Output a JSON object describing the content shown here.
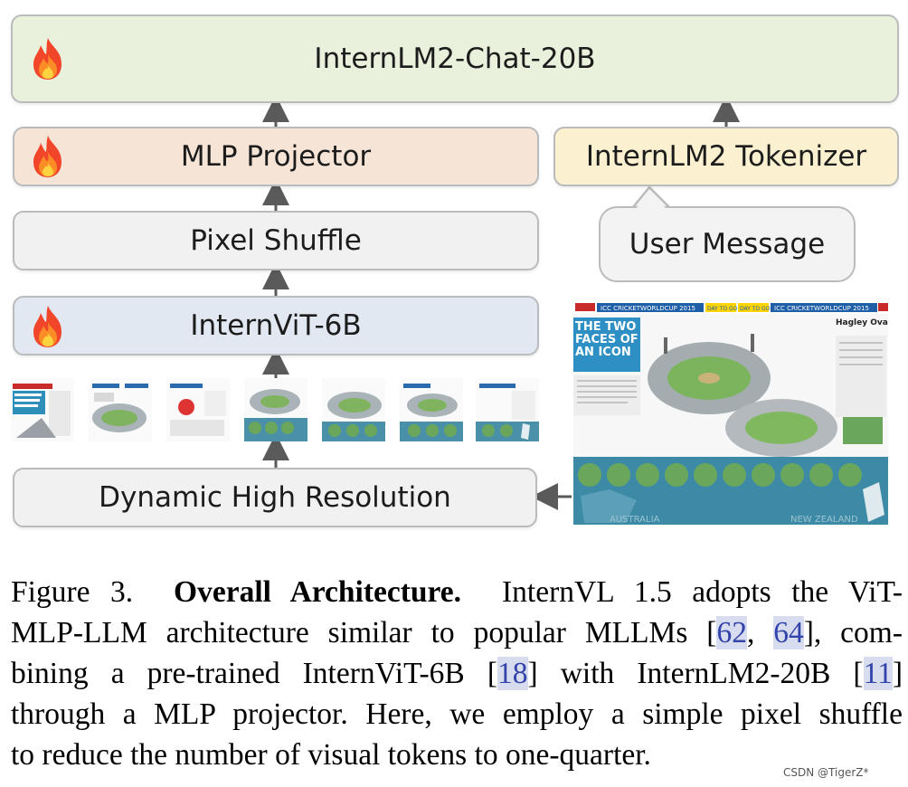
{
  "boxes": {
    "llm": "InternLM2-Chat-20B",
    "mlp": "MLP Projector",
    "shuffle": "Pixel Shuffle",
    "vit": "InternViT-6B",
    "dynamic": "Dynamic High Resolution",
    "tokenizer": "InternLM2 Tokenizer",
    "user_message": "User Message"
  },
  "poster": {
    "banner_left": "ICC CRICKETWORLDCUP 2015",
    "banner_right": "ICC CRICKETWORLDCUP 2015",
    "day_to_go": "DAY TO GO",
    "headline": "THE TWO FACES OF AN ICON",
    "side_title": "Hagley Oval rises from the rubble",
    "map_left": "AUSTRALIA",
    "map_right": "NEW ZEALAND"
  },
  "caption": {
    "fig": "Figure 3.",
    "bold": "Overall Architecture.",
    "l1": "InternVL 1.5 adopts the ViT-",
    "l2a": "MLP-LLM architecture similar to popular MLLMs [",
    "r62": "62",
    "l2b": ", ",
    "r64": "64",
    "l2c": "], com-",
    "l3a": "bining a pre-trained InternViT-6B [",
    "r18": "18",
    "l3b": "] with InternLM2-20B [",
    "r11": "11",
    "l3c": "]",
    "l4": "through a MLP projector. Here, we employ a simple pixel shuffle",
    "l5": "to reduce the number of visual tokens to one-quarter."
  },
  "watermark": "CSDN @TigerZ*",
  "icons": {
    "trainable": "fire-icon"
  },
  "colors": {
    "llm_fill": "#e9f1dc",
    "mlp_fill": "#f6e4d6",
    "vit_fill": "#e1e8f1",
    "tokenizer_fill": "#fbf0cf",
    "ref_highlight": "#d8dcef"
  }
}
